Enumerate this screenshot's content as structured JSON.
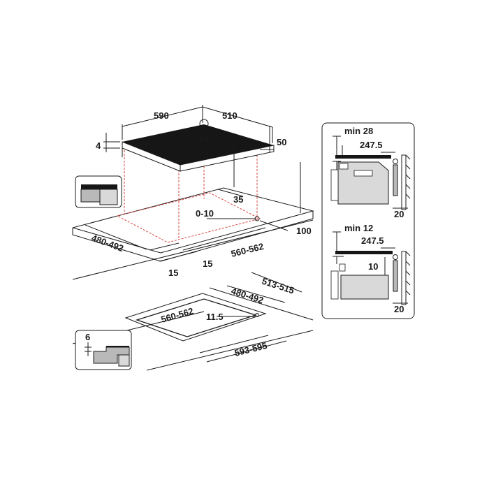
{
  "hob_top": {
    "width": "590",
    "depth": "510",
    "glass_thickness": "4",
    "center_ref": "10",
    "height": "50"
  },
  "cutout_view": {
    "offset_back": "35",
    "tolerance": "0-10",
    "wall_clearance": "100",
    "cutout_depth": "480-492",
    "margin_left": "15",
    "margin_right": "15",
    "cutout_width": "560-562"
  },
  "flush_view": {
    "outer_depth": "513-515",
    "cutout_depth": "480-492",
    "cutout_width": "560-562",
    "corner_radius": "11.5",
    "outer_width": "593-595",
    "rebate_depth": "6"
  },
  "side_panel_top": {
    "min_label": "min 28",
    "offset": "247.5",
    "wall_gap": "20"
  },
  "side_panel_bottom": {
    "min_label": "min 12",
    "offset": "247.5",
    "gap": "10",
    "wall_gap": "20"
  }
}
